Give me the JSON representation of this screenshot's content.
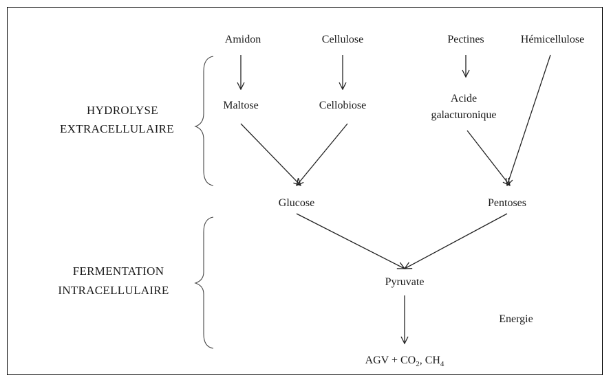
{
  "stages": {
    "hydrolysis": {
      "line1": "HYDROLYSE",
      "line2": "EXTRACELLULAIRE"
    },
    "fermentation": {
      "line1": "FERMENTATION",
      "line2": "INTRACELLULAIRE"
    }
  },
  "nodes": {
    "amidon": "Amidon",
    "cellulose": "Cellulose",
    "pectines": "Pectines",
    "hemicellulose": "Hémicellulose",
    "maltose": "Maltose",
    "cellobiose": "Cellobiose",
    "acide_line1": "Acide",
    "acide_line2": "galacturonique",
    "glucose": "Glucose",
    "pentoses": "Pentoses",
    "pyruvate": "Pyruvate",
    "energie": "Energie",
    "products": {
      "agv": "AGV + CO",
      "co2_sub": "2",
      "ch4_pre": ", CH",
      "ch4_sub": "4"
    }
  },
  "edges": [
    {
      "from": "Amidon",
      "to": "Maltose"
    },
    {
      "from": "Cellulose",
      "to": "Cellobiose"
    },
    {
      "from": "Pectines",
      "to": "Acide galacturonique"
    },
    {
      "from": "Hémicellulose",
      "to": "Pentoses"
    },
    {
      "from": "Maltose",
      "to": "Glucose"
    },
    {
      "from": "Cellobiose",
      "to": "Glucose"
    },
    {
      "from": "Acide galacturonique",
      "to": "Pentoses"
    },
    {
      "from": "Glucose",
      "to": "Pyruvate"
    },
    {
      "from": "Pentoses",
      "to": "Pyruvate"
    },
    {
      "from": "Pyruvate",
      "to": "AGV + CO2, CH4"
    }
  ]
}
